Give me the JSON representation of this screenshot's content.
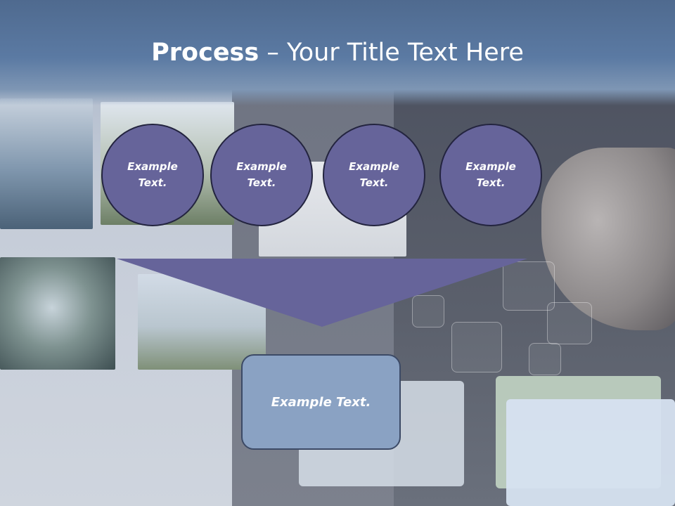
{
  "title": {
    "bold": "Process",
    "rest": " – Your Title Text Here"
  },
  "circles": [
    {
      "line1": "Example",
      "line2": "Text."
    },
    {
      "line1": "Example",
      "line2": "Text."
    },
    {
      "line1": "Example",
      "line2": "Text."
    },
    {
      "line1": "Example",
      "line2": "Text."
    }
  ],
  "box": {
    "text": "Example Text."
  },
  "colors": {
    "circle_fill": "#66649a",
    "funnel_fill": "#66649a",
    "box_fill": "#8aa2c3",
    "title_band": "#5b7aa3"
  }
}
